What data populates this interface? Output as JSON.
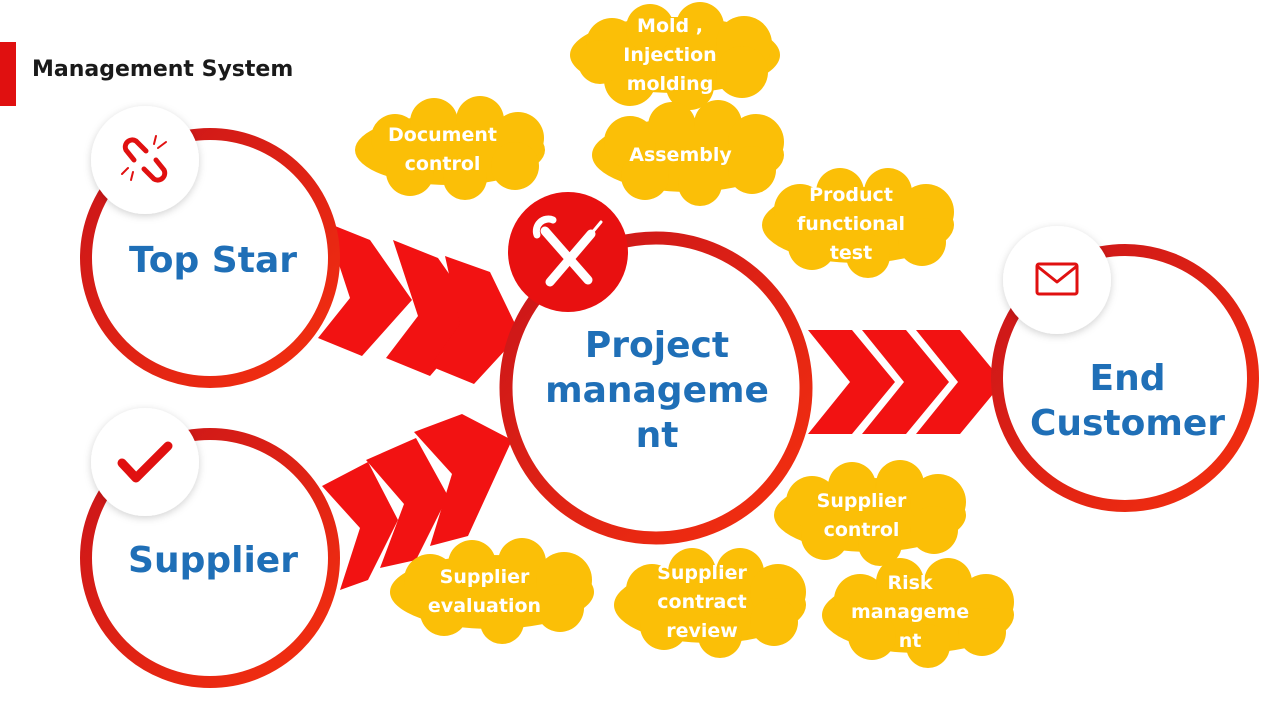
{
  "page": {
    "title": "Management System"
  },
  "colors": {
    "accent_red": "#e01010",
    "dark_red": "#c8141a",
    "cloud_yellow": "#fbbf07",
    "text_blue": "#1f6fb7"
  },
  "nodes": {
    "top_star": {
      "label": "Top Star",
      "icon": "broken-link-icon"
    },
    "supplier": {
      "label": "Supplier",
      "icon": "checkmark-icon"
    },
    "project": {
      "label": "Project manageme nt",
      "icon": "tools-icon"
    },
    "customer": {
      "label": "End Customer",
      "icon": "envelope-icon"
    }
  },
  "clouds": {
    "mold": "Mold , Injection molding",
    "document": "Document control",
    "assembly": "Assembly",
    "product_test": "Product functional test",
    "supplier_control": "Supplier control",
    "supplier_evaluation": "Supplier evaluation",
    "contract_review": "Supplier contract review",
    "risk": "Risk manageme nt"
  }
}
